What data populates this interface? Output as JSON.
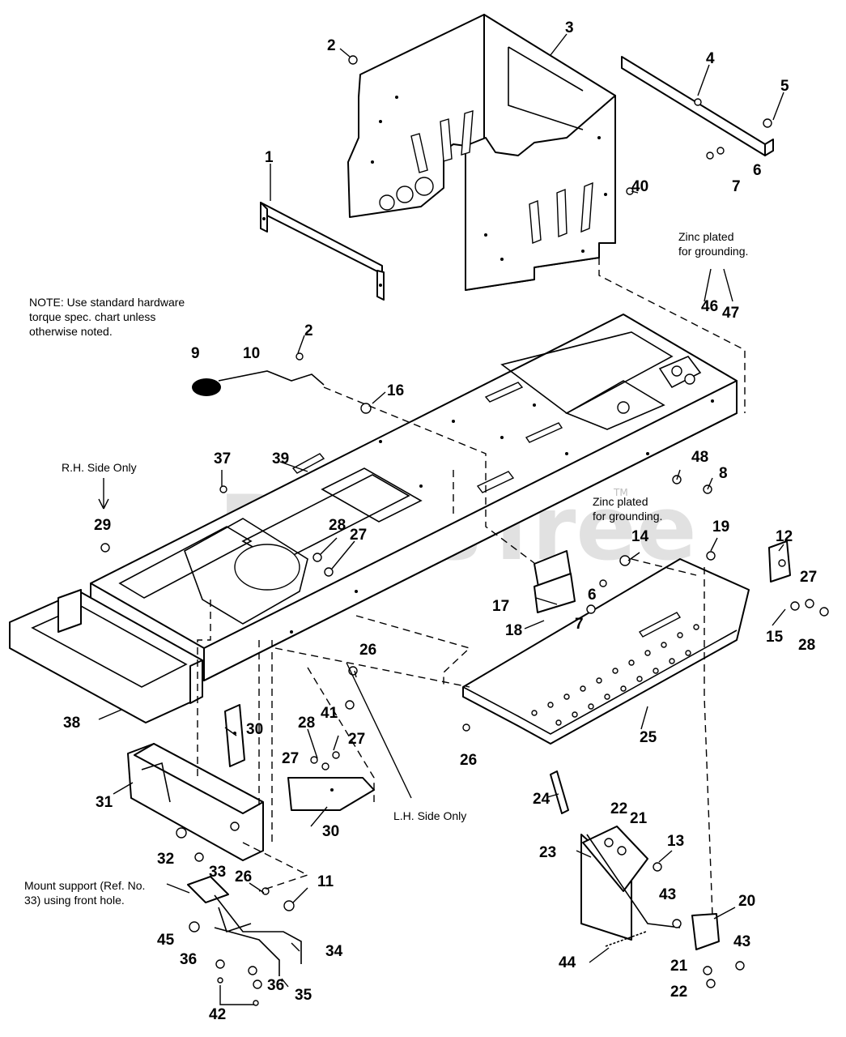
{
  "watermark": {
    "text": "PartsTree",
    "trademark": "TM"
  },
  "notes": {
    "hardware_line1": "NOTE: Use standard hardware",
    "hardware_line2": "torque spec. chart unless",
    "hardware_line3": "otherwise noted.",
    "zinc_top_line1": "Zinc plated",
    "zinc_top_line2": "for grounding.",
    "zinc_mid_line1": "Zinc plated",
    "zinc_mid_line2": "for grounding.",
    "rh_side_only": "R.H. Side Only",
    "lh_side_only": "L.H. Side Only",
    "mount_line1": "Mount support (Ref. No.",
    "mount_line2": "33) using front hole."
  },
  "callouts": {
    "c1": "1",
    "c2a": "2",
    "c2b": "2",
    "c3": "3",
    "c4": "4",
    "c5": "5",
    "c6a": "6",
    "c6b": "6",
    "c7a": "7",
    "c7b": "7",
    "c8": "8",
    "c9": "9",
    "c10": "10",
    "c11": "11",
    "c12": "12",
    "c13": "13",
    "c14": "14",
    "c15": "15",
    "c16": "16",
    "c17": "17",
    "c18": "18",
    "c19": "19",
    "c20": "20",
    "c21a": "21",
    "c21b": "21",
    "c22a": "22",
    "c22b": "22",
    "c23": "23",
    "c24": "24",
    "c25": "25",
    "c26a": "26",
    "c26b": "26",
    "c26c": "26",
    "c27a": "27",
    "c27b": "27",
    "c27c": "27",
    "c27d": "27",
    "c28a": "28",
    "c28b": "28",
    "c28c": "28",
    "c29": "29",
    "c30a": "30",
    "c30b": "30",
    "c31": "31",
    "c32": "32",
    "c33": "33",
    "c34": "34",
    "c35": "35",
    "c36a": "36",
    "c36b": "36",
    "c37": "37",
    "c38": "38",
    "c39": "39",
    "c40": "40",
    "c41": "41",
    "c42": "42",
    "c43a": "43",
    "c43b": "43",
    "c44": "44",
    "c45": "45",
    "c46": "46",
    "c47": "47",
    "c48": "48"
  }
}
